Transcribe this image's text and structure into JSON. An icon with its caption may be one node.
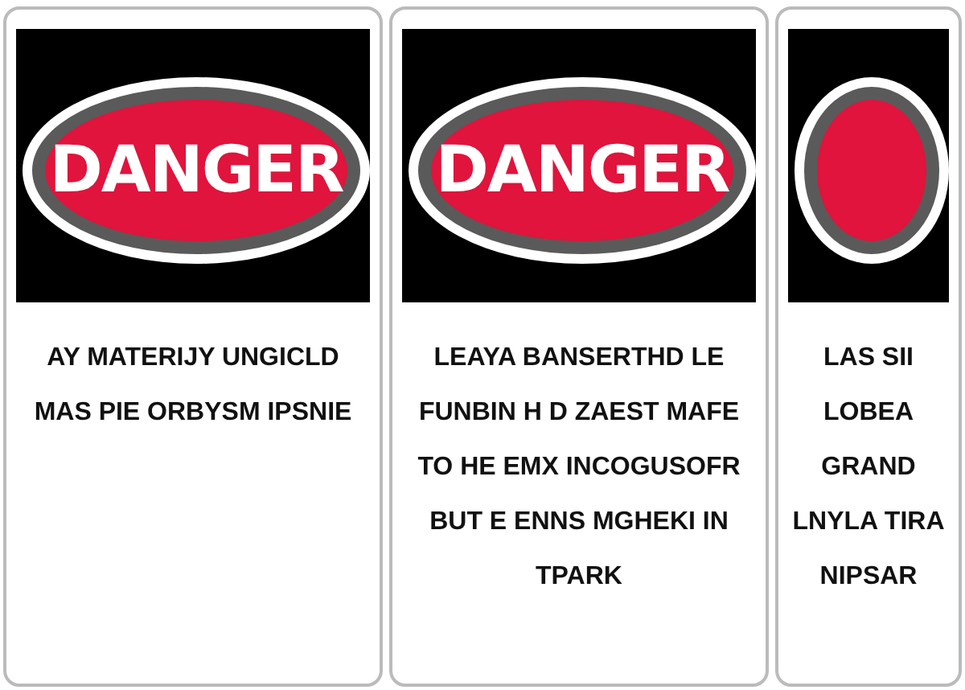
{
  "diagram": {
    "nodes": [
      {
        "text": [
          "DANGER",
          "AY MATERIJY UNGICLD MAS PIE ORBYSM IPSNIE"
        ]
      },
      {
        "text": [
          "DANGER",
          "LEAYA BANSERTHD LE FUNBIN H D ZAEST MAFE TO HE EMX INCOGUSOFR BUT E ENNS MGHEKI IN TPARK"
        ]
      },
      {
        "text": [
          "LAS SII LOBEA GRAND LNYLA TIRA NIPSAR"
        ]
      }
    ]
  }
}
